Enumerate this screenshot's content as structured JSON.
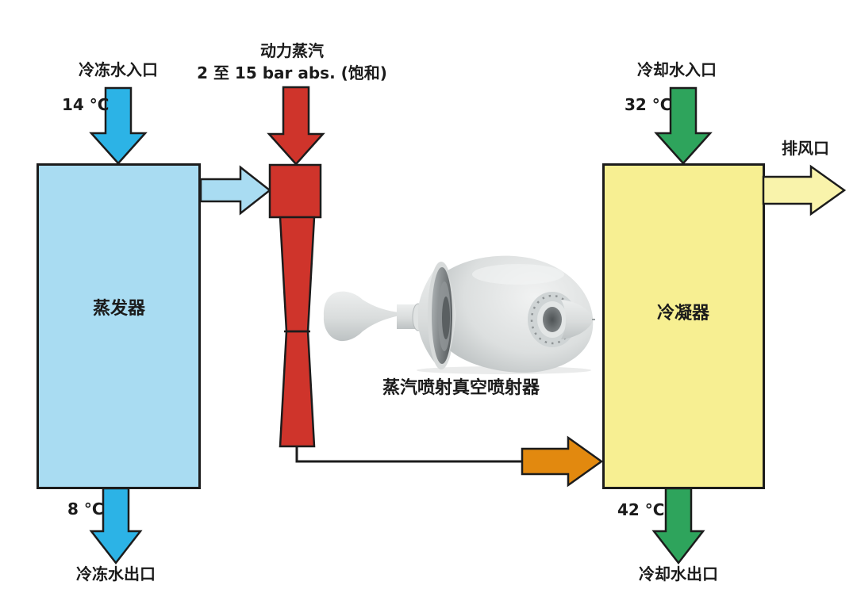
{
  "colors": {
    "chilled-blue": "#2CB3E6",
    "pale-blue": "#A9DCF2",
    "steam-red": "#CF342B",
    "cooling-green": "#2EA45C",
    "condenser-yellow": "#F7EF92",
    "vent-yellow": "#F9F3AB",
    "discharge-orange": "#E2890F",
    "outline": "#1C1C1C"
  },
  "evaporator": {
    "label": "蒸发器",
    "inlet": {
      "label": "冷冻水入口",
      "temp": "14 °C"
    },
    "outlet": {
      "label": "冷冻水出口",
      "temp": "8 °C"
    }
  },
  "ejector": {
    "steam_line1": "动力蒸汽",
    "steam_line2": "2 至 15 bar abs. (饱和)",
    "caption": "蒸汽喷射真空喷射器"
  },
  "condenser": {
    "label": "冷凝器",
    "inlet": {
      "label": "冷却水入口",
      "temp": "32 °C"
    },
    "outlet": {
      "label": "冷却水出口",
      "temp": "42 °C"
    },
    "vent": {
      "label": "排风口"
    }
  }
}
